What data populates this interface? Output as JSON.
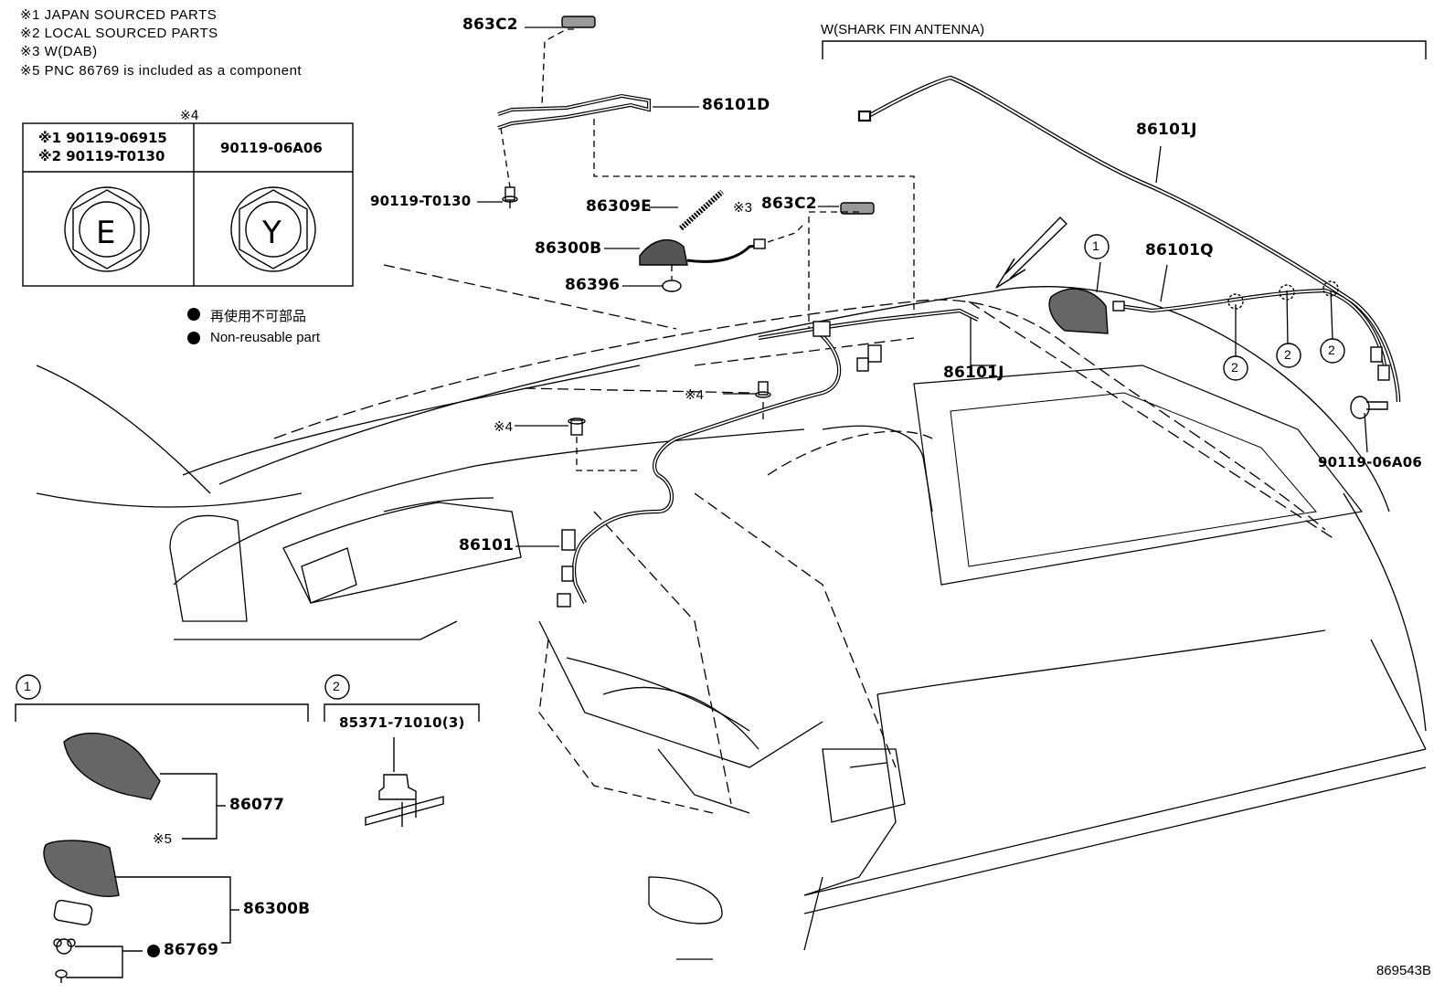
{
  "notes": [
    "※1 JAPAN SOURCED PARTS",
    "※2 LOCAL SOURCED PARTS",
    "※3 W(DAB)",
    "※5 PNC 86769 is included as a component"
  ],
  "bolt_table": {
    "ref": "※4",
    "left_header": [
      "※1 90119-06915",
      "※2 90119-T0130"
    ],
    "right_header": "90119-06A06",
    "left_mark": "E",
    "right_mark": "Y"
  },
  "legend": {
    "line1": "再使用不可部品",
    "line2": "Non-reusable part"
  },
  "section_label": "W(SHARK FIN ANTENNA)",
  "parts": {
    "p863C2_top": "863C2",
    "p86101D": "86101D",
    "p90119_T0130": "90119-T0130",
    "p86309E": "86309E",
    "ref3": "※3",
    "p863C2_mid": "863C2",
    "p86300B": "86300B",
    "p86396": "86396",
    "p86101J_top": "86101J",
    "p86101Q": "86101Q",
    "p86101J_mid": "86101J",
    "p90119_06A06": "90119-06A06",
    "ref4_a": "※4",
    "ref4_b": "※4",
    "p86101": "86101"
  },
  "callouts": {
    "one": "1",
    "two": "2"
  },
  "detail1": {
    "num": "1",
    "p86077": "86077",
    "ref5": "※5",
    "p86300B": "86300B",
    "p86769": "86769"
  },
  "detail2": {
    "num": "2",
    "p85371": "85371-71010(3)"
  },
  "catalog_id": "869543B"
}
